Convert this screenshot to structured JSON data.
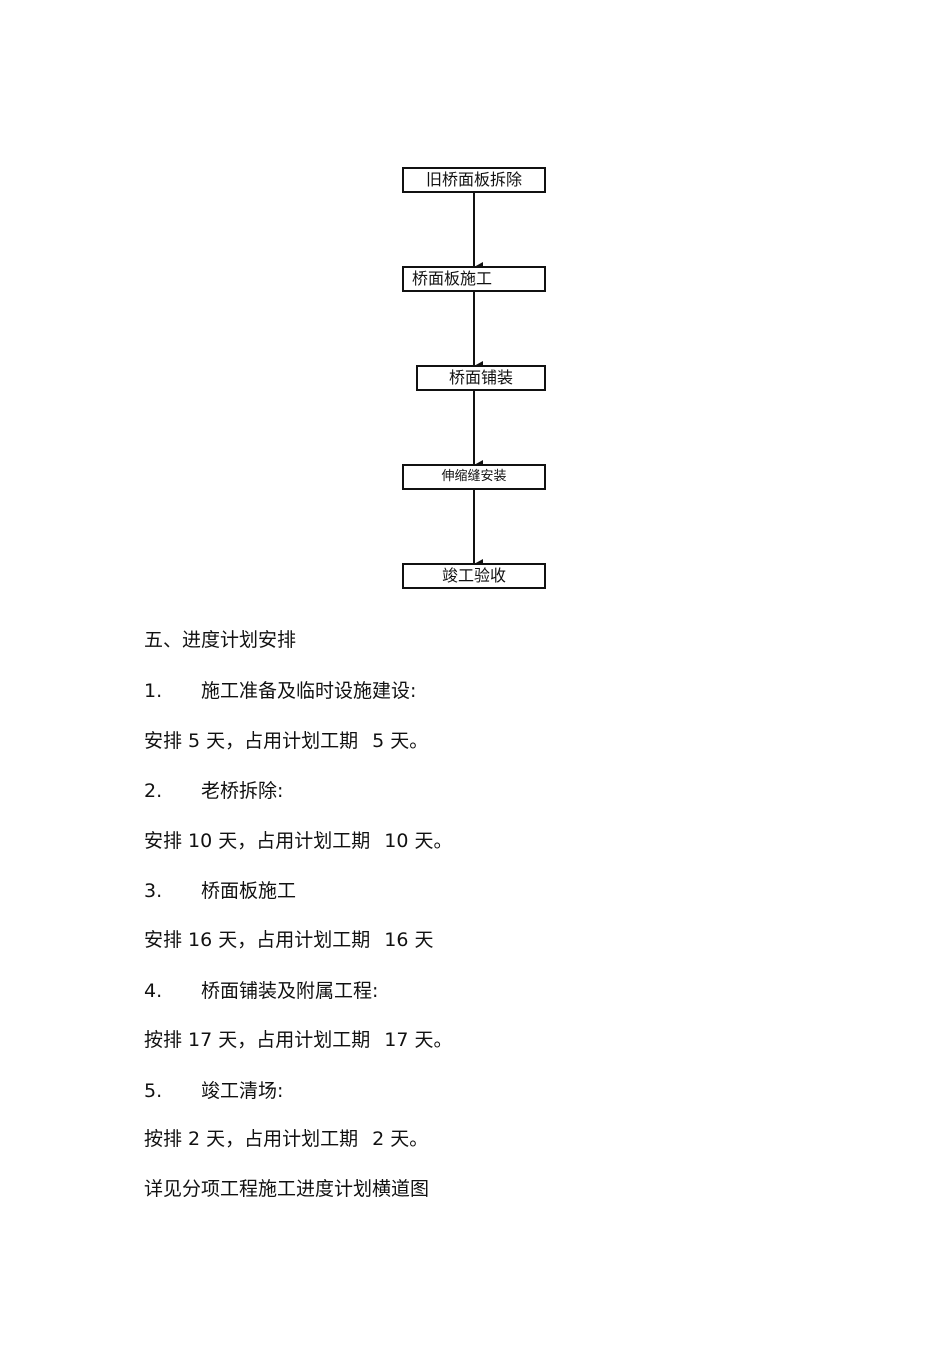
{
  "flowchart": {
    "steps": [
      {
        "label": "旧桥面板拆除"
      },
      {
        "label": "桥面板施工"
      },
      {
        "label": "桥面铺装"
      },
      {
        "label": "伸缩缝安装"
      },
      {
        "label": "竣工验收"
      }
    ]
  },
  "section": {
    "heading": "五、进度计划安排",
    "items": [
      {
        "number": "1.",
        "title": "施工准备及临时设施建设:",
        "detail_a": "安排 5 天，占用计划工期",
        "detail_b": "5 天。"
      },
      {
        "number": "2.",
        "title": "老桥拆除:",
        "detail_a": "安排 10 天，占用计划工期",
        "detail_b": "10 天。"
      },
      {
        "number": "3.",
        "title": "桥面板施工",
        "detail_a": "安排 16 天，占用计划工期",
        "detail_b": "16 天"
      },
      {
        "number": "4.",
        "title": "桥面铺装及附属工程:",
        "detail_a": "按排 17 天，占用计划工期",
        "detail_b": "17 天。"
      },
      {
        "number": "5.",
        "title": "竣工清场:",
        "detail_a": "按排 2 天，占用计划工期",
        "detail_b": "2 天。"
      }
    ],
    "footer": "详见分项工程施工进度计划横道图"
  }
}
